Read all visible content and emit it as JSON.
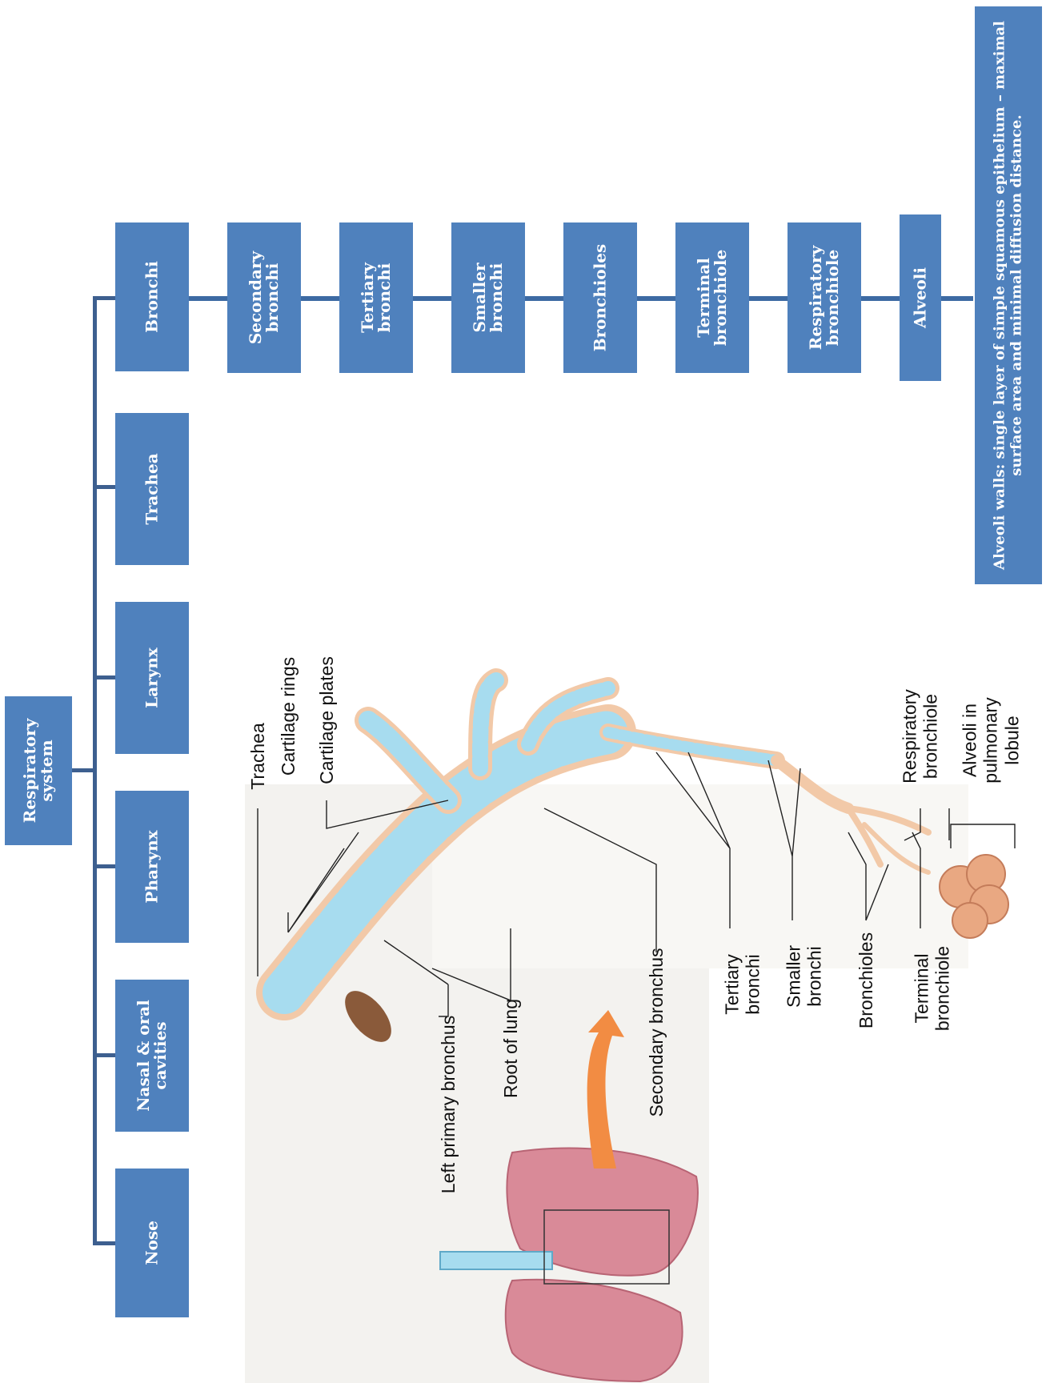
{
  "root": "Respiratory system",
  "level1": [
    "Nose",
    "Nasal & oral cavities",
    "Pharynx",
    "Larynx",
    "Trachea",
    "Bronchi"
  ],
  "chain": [
    "Secondary bronchi",
    "Tertiary bronchi",
    "Smaller bronchi",
    "Bronchioles",
    "Terminal bronchiole",
    "Respiratory bronchiole",
    "Alveoli"
  ],
  "note": "Alveoli walls: single layer of simple squamous epithelium – maximal surface area and minimal diffusion distance.",
  "labels": {
    "trachea": "Trachea",
    "cartilage_rings": "Cartilage rings",
    "cartilage_plates": "Cartilage plates",
    "left_primary_bronchus": "Left primary bronchus",
    "root_of_lung": "Root of lung",
    "secondary_bronchus": "Secondary bronchus",
    "tertiary_bronchi": "Tertiary bronchi",
    "smaller_bronchi": "Smaller bronchi",
    "bronchioles": "Bronchioles",
    "terminal_bronchiole": "Terminal bronchiole",
    "respiratory_bronchiole": "Respiratory bronchiole",
    "alveoli_lobule": "Alveoli in pulmonary lobule"
  },
  "colors": {
    "box": "#4f81bd",
    "line": "#3d5f8f",
    "cartilage": "#a7dcef",
    "airway": "#f2c9a8",
    "lung": "#d98a98",
    "arrow": "#f28c43"
  }
}
